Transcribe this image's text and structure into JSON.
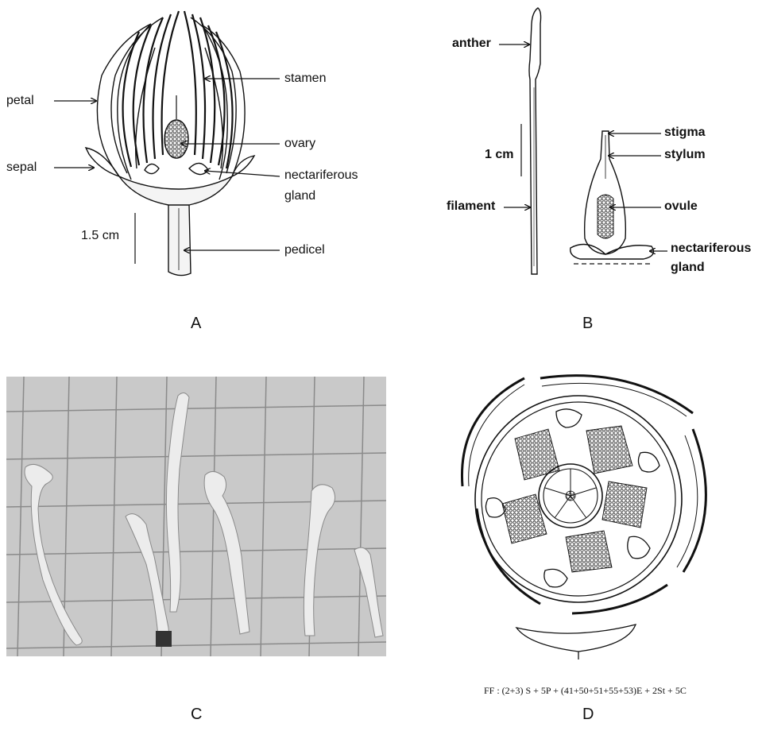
{
  "panel_a": {
    "letter": "A",
    "labels": {
      "stamen": "stamen",
      "petal": "petal",
      "ovary": "ovary",
      "sepal": "sepal",
      "nectariferous_line1": "nectariferous",
      "nectariferous_line2": "gland",
      "scale": "1.5 cm",
      "pedicel": "pedicel"
    }
  },
  "panel_b": {
    "letter": "B",
    "labels": {
      "anther": "anther",
      "scale": "1 cm",
      "filament": "filament",
      "stigma": "stigma",
      "stylum": "stylum",
      "ovule": "ovule",
      "nectariferous_line1": "nectariferous",
      "nectariferous_line2": "gland"
    }
  },
  "panel_c": {
    "letter": "C"
  },
  "panel_d": {
    "letter": "D",
    "formula": "FF : (2+3) S + 5P + (41+50+51+55+53)E + 2St + 5C"
  },
  "colors": {
    "ink": "#111111",
    "photo_bg": "#c9c9c9",
    "grid": "#8a8a8a",
    "specimen": "#eaeaea"
  }
}
